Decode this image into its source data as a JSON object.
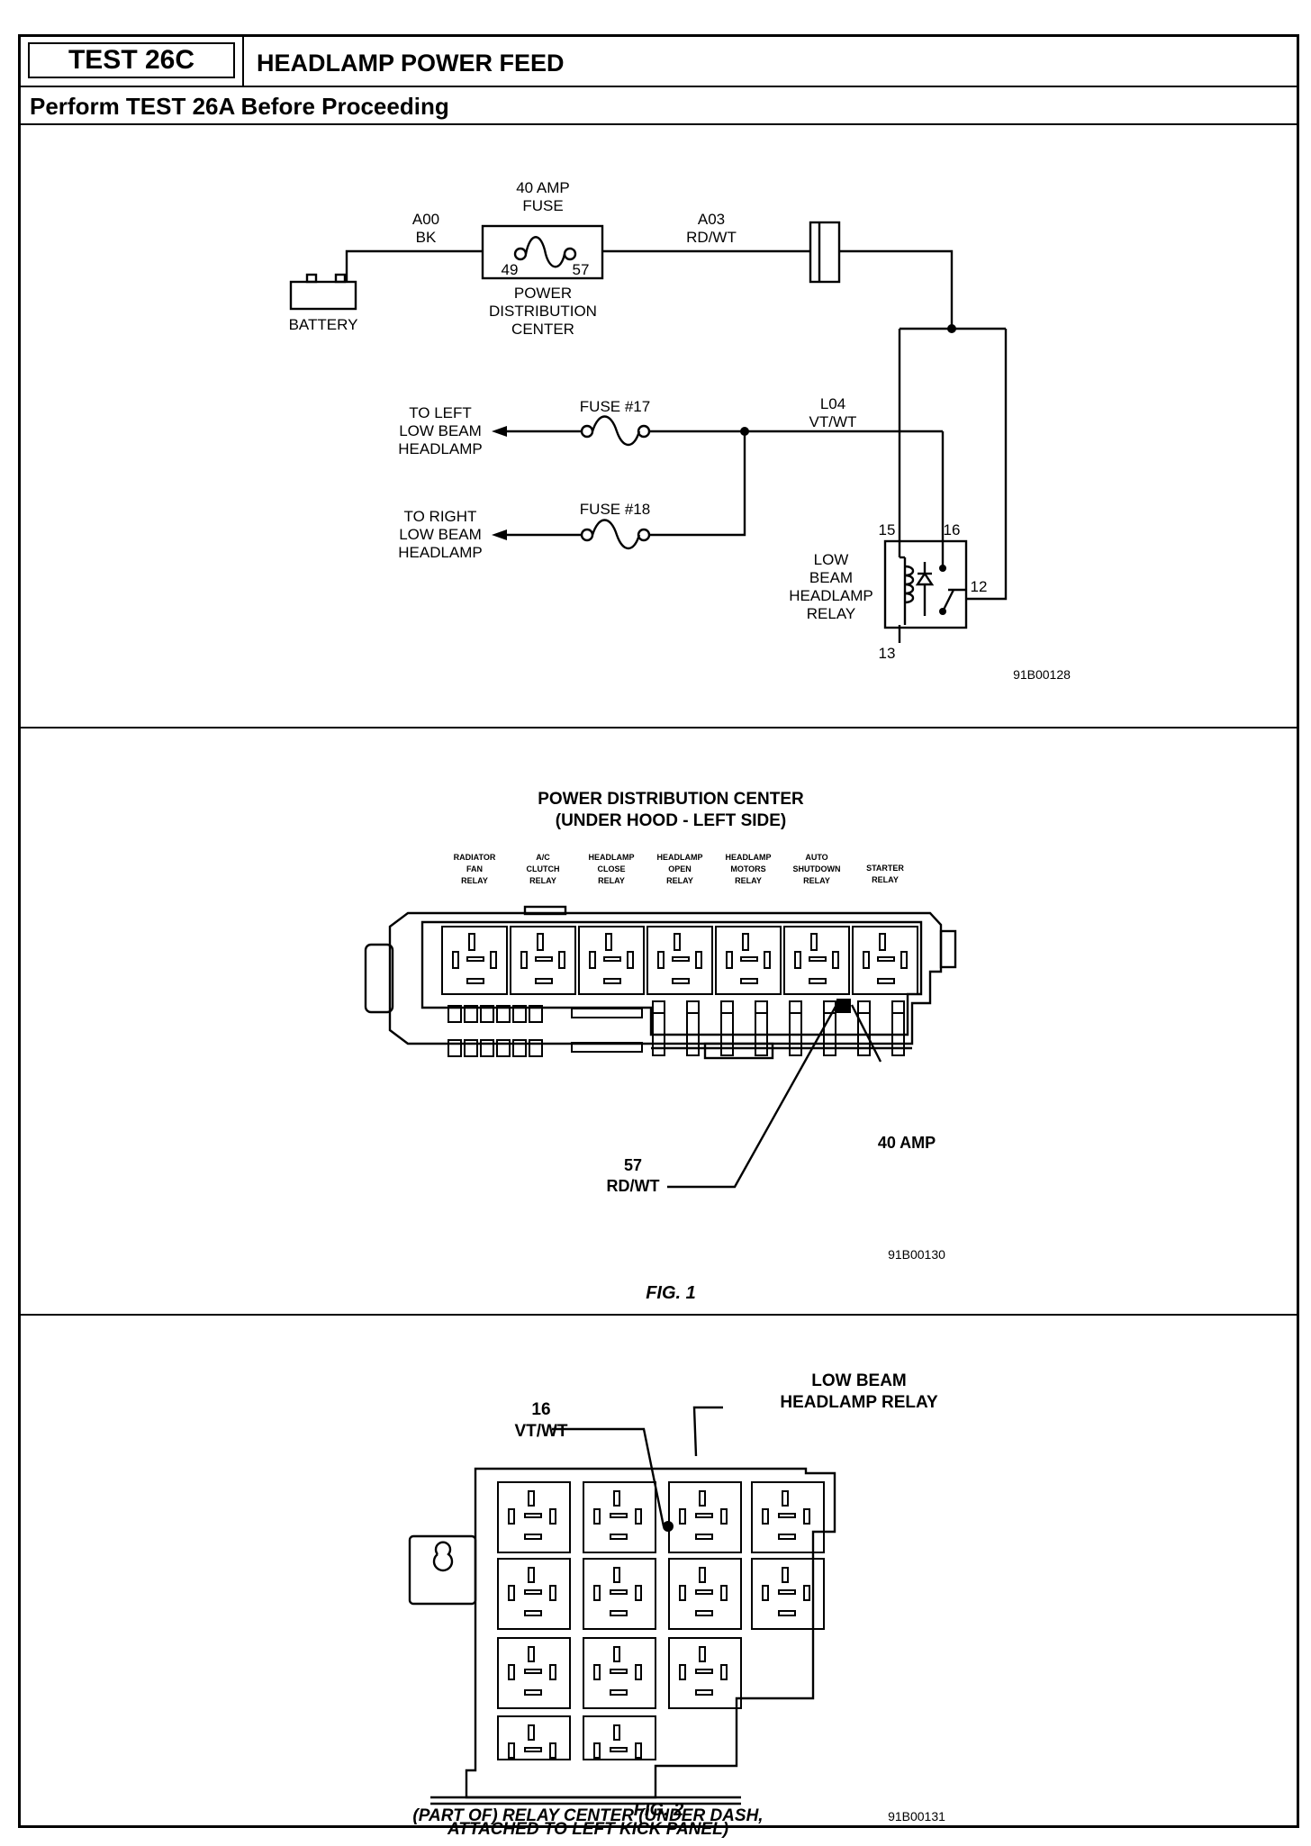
{
  "header": {
    "test_id": "TEST 26C",
    "title": "HEADLAMP POWER FEED",
    "note": "Perform TEST 26A Before Proceeding"
  },
  "schematic": {
    "a00": "A00",
    "bk": "BK",
    "fuse_40a_1": "40 AMP",
    "fuse_40a_2": "FUSE",
    "a03": "A03",
    "rdwt": "RD/WT",
    "pin49": "49",
    "pin57": "57",
    "pdc_1": "POWER",
    "pdc_2": "DISTRIBUTION",
    "pdc_3": "CENTER",
    "battery": "BATTERY",
    "left_1": "TO LEFT",
    "left_2": "LOW BEAM",
    "left_3": "HEADLAMP",
    "fuse17": "FUSE #17",
    "l04": "L04",
    "vtwt": "VT/WT",
    "right_1": "TO RIGHT",
    "right_2": "LOW BEAM",
    "right_3": "HEADLAMP",
    "fuse18": "FUSE #18",
    "pin15": "15",
    "pin16": "16",
    "pin12": "12",
    "pin13": "13",
    "relay_1": "LOW",
    "relay_2": "BEAM",
    "relay_3": "HEADLAMP",
    "relay_4": "RELAY",
    "fig_code": "91B00128"
  },
  "fig1": {
    "title_1": "POWER DISTRIBUTION CENTER",
    "title_2": "(UNDER HOOD - LEFT SIDE)",
    "relays": [
      [
        "RADIATOR",
        "FAN",
        "RELAY"
      ],
      [
        "A/C",
        "CLUTCH",
        "RELAY"
      ],
      [
        "HEADLAMP",
        "CLOSE",
        "RELAY"
      ],
      [
        "HEADLAMP",
        "OPEN",
        "RELAY"
      ],
      [
        "HEADLAMP",
        "MOTORS",
        "RELAY"
      ],
      [
        "AUTO",
        "SHUTDOWN",
        "RELAY"
      ],
      [
        "STARTER",
        "RELAY"
      ]
    ],
    "amp_label": "40 AMP",
    "wire_pin": "57",
    "wire_color": "RD/WT",
    "fig_code": "91B00130",
    "caption": "FIG. 1"
  },
  "fig2": {
    "pin": "16",
    "pin_color": "VT/WT",
    "relay_1": "LOW BEAM",
    "relay_2": "HEADLAMP RELAY",
    "caption_1": "(PART OF) RELAY CENTER (UNDER DASH,",
    "caption_2": "ATTACHED TO LEFT KICK PANEL)",
    "fig_code": "91B00131",
    "caption": "FIG. 2"
  }
}
